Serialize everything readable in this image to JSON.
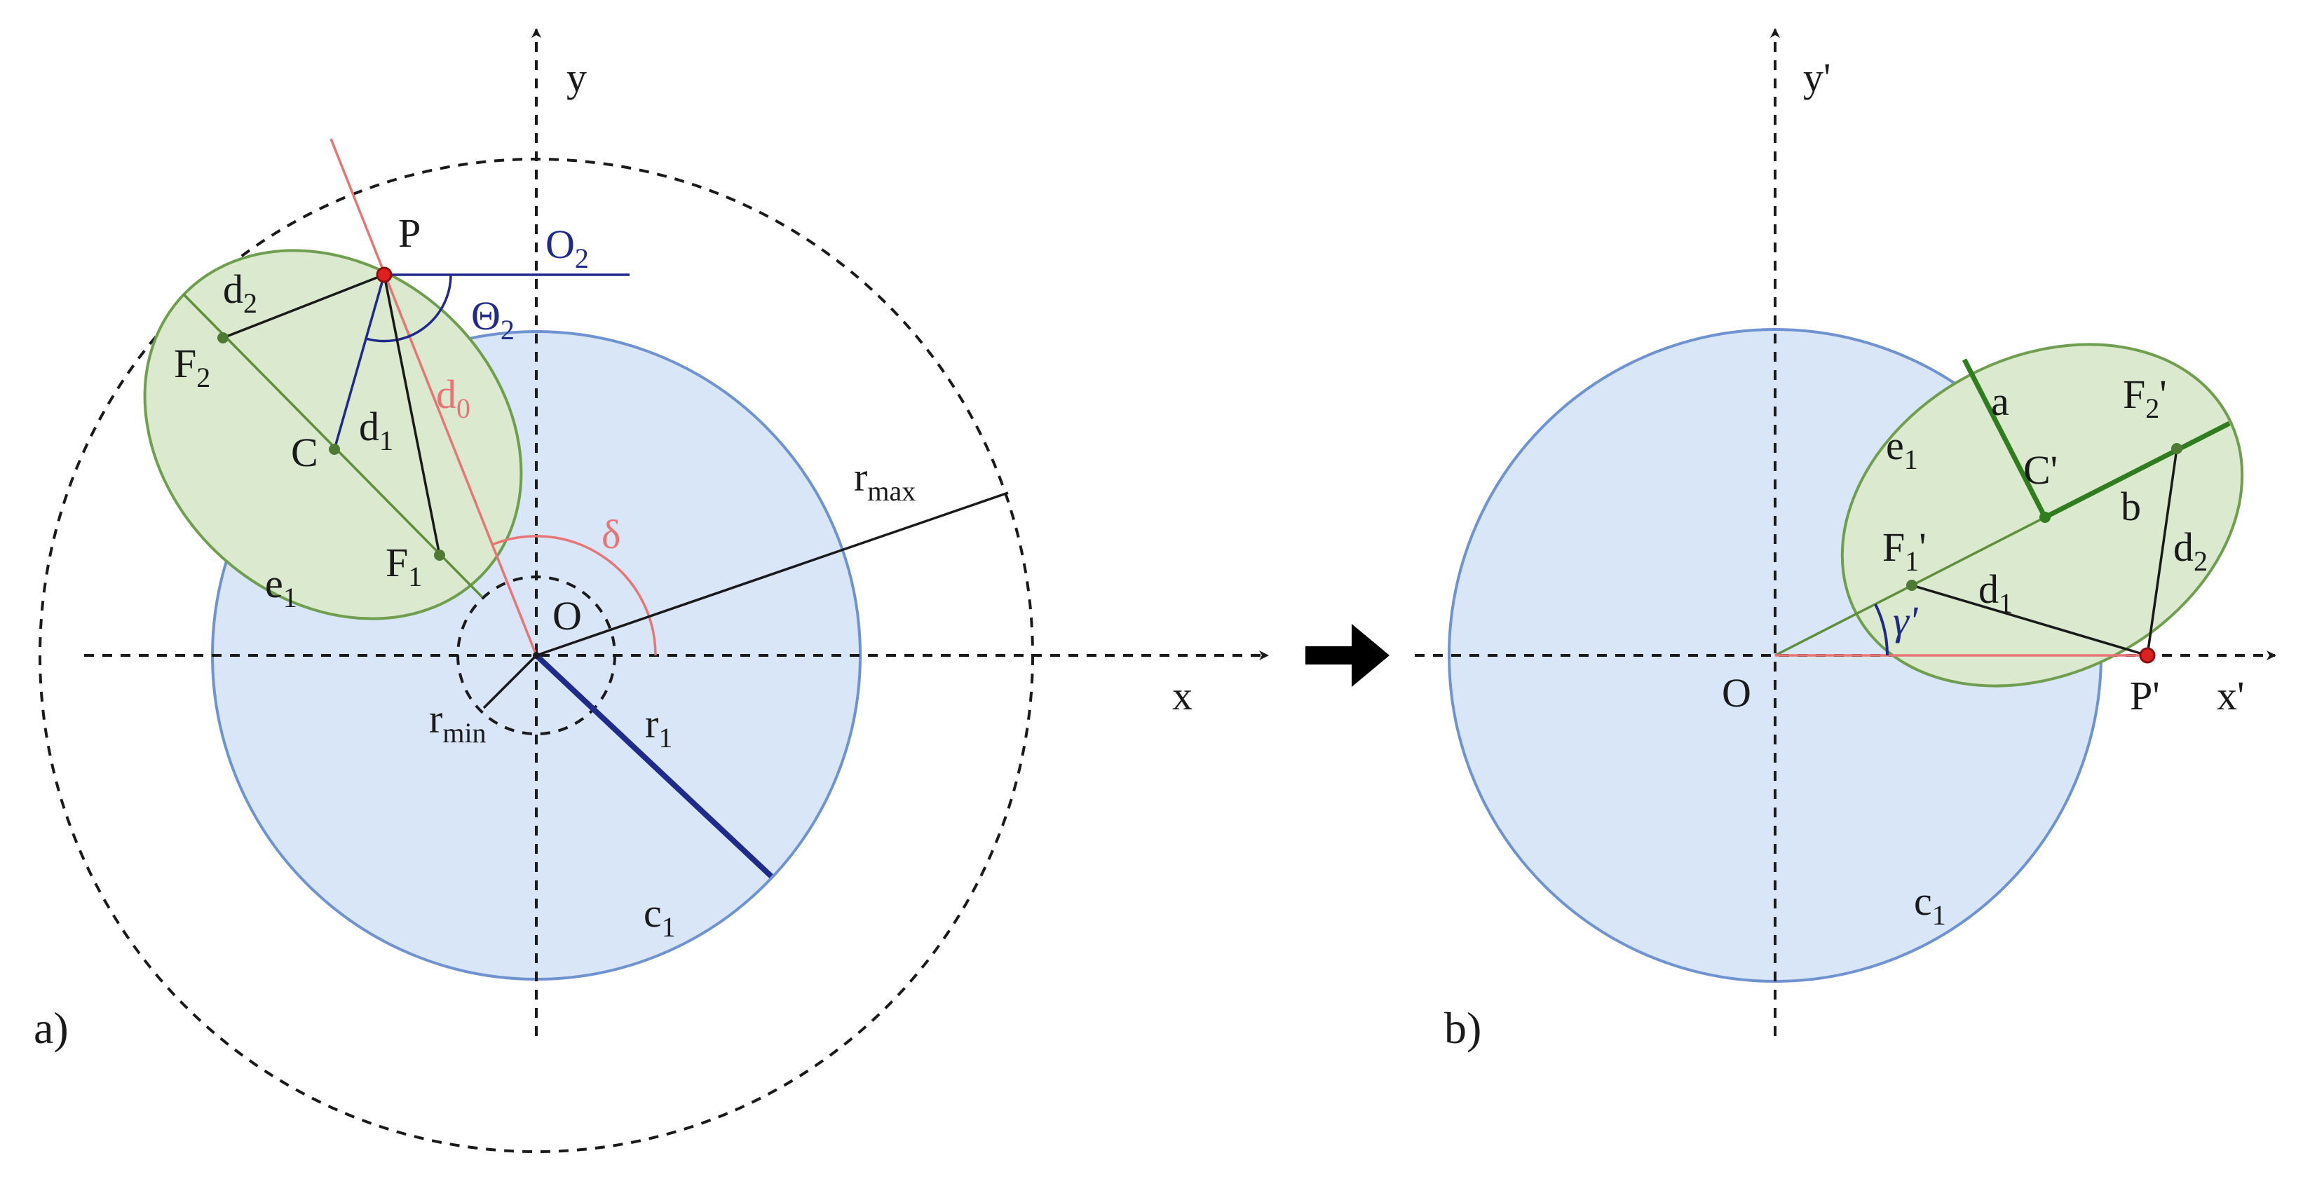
{
  "panel_a": {
    "tag": "a)",
    "axis_x": "x",
    "axis_y": "y",
    "P": "P",
    "O": "O",
    "O2": {
      "base": "O",
      "sub": "2"
    },
    "Theta2": {
      "base": "Θ",
      "sub": "2"
    },
    "d0": {
      "base": "d",
      "sub": "0"
    },
    "d1": {
      "base": "d",
      "sub": "1"
    },
    "d2": {
      "base": "d",
      "sub": "2"
    },
    "F1": {
      "base": "F",
      "sub": "1"
    },
    "F2": {
      "base": "F",
      "sub": "2"
    },
    "C": "C",
    "e1": {
      "base": "e",
      "sub": "1"
    },
    "c1": {
      "base": "c",
      "sub": "1"
    },
    "r1": {
      "base": "r",
      "sub": "1"
    },
    "rmax": {
      "base": "r",
      "sub": "max"
    },
    "rmin": {
      "base": "r",
      "sub": "min"
    },
    "delta": "δ"
  },
  "panel_b": {
    "tag": "b)",
    "axis_x": "x'",
    "axis_y": "y'",
    "O": "O",
    "P": "P'",
    "C": "C'",
    "F1": {
      "base": "F",
      "sub": "1",
      "prime": "'"
    },
    "F2": {
      "base": "F",
      "sub": "2",
      "prime": "'"
    },
    "a": "a",
    "b": "b",
    "d1": {
      "base": "d",
      "sub": "1"
    },
    "d2": {
      "base": "d",
      "sub": "2"
    },
    "e1": {
      "base": "e",
      "sub": "1"
    },
    "c1": {
      "base": "c",
      "sub": "1"
    },
    "gamma": "γ'"
  },
  "colors": {
    "circle_fill": "#d9e6f8",
    "circle_stroke": "#6f93d0",
    "ellipse_fill": "#dbe9cf",
    "ellipse_stroke": "#6f9e4e",
    "red": "#e87575",
    "navy": "#1f2a8a",
    "dark_green": "#2f7d1e",
    "point_red": "#e02020",
    "point_green": "#4f7a34"
  }
}
